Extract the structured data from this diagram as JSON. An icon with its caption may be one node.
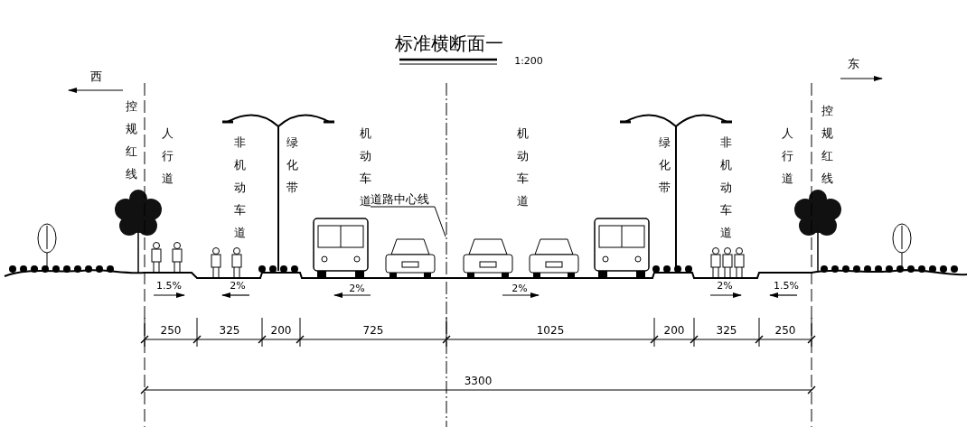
{
  "diagram": {
    "title": "标准横断面一",
    "nodes": [
      {
        "text": [
          "道路中心线"
        ]
      },
      {
        "text": [],
        "shape": "line"
      }
    ],
    "edges": [
      {
        "from": 0,
        "to": 1,
        "arrow": "none"
      }
    ],
    "labels": [
      "1:200",
      "西",
      "东",
      "控规红线",
      "人行道",
      "非机动车道",
      "绿化带",
      "机动车道",
      "机动车道",
      "绿化带",
      "非机动车道",
      "人行道",
      "控规红线",
      "1.5%",
      "2%",
      "2%",
      "2%",
      "2%",
      "1.5%",
      "250",
      "325",
      "200",
      "725",
      "1025",
      "200",
      "325",
      "250",
      "3300"
    ]
  }
}
